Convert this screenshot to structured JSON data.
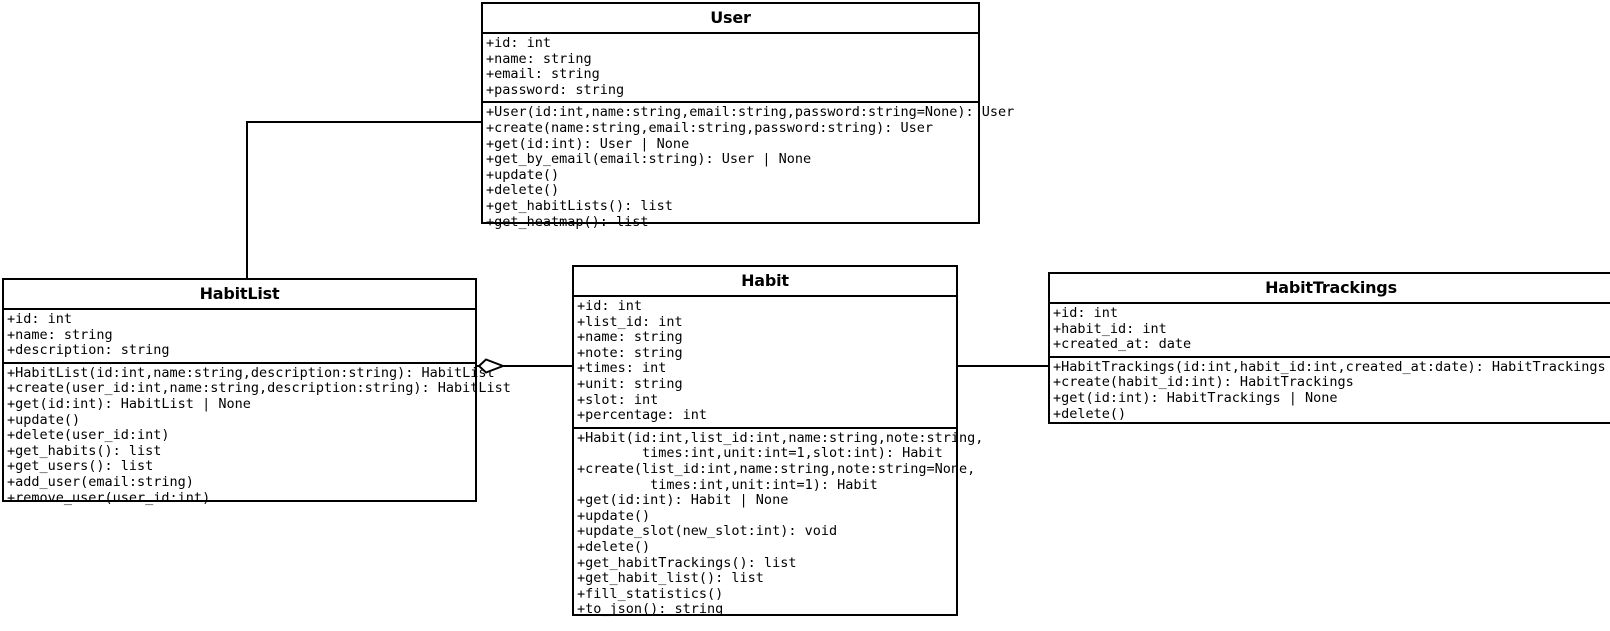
{
  "diagram": {
    "type": "uml-class-diagram",
    "background": "#ffffff",
    "line_color": "#000000",
    "classes": [
      {
        "key": "user",
        "name": "User",
        "attributes": [
          "+id: int",
          "+name: string",
          "+email: string",
          "+password: string"
        ],
        "methods": [
          "+User(id:int,name:string,email:string,password:string=None): User",
          "+create(name:string,email:string,password:string): User",
          "+get(id:int): User | None",
          "+get_by_email(email:string): User | None",
          "+update()",
          "+delete()",
          "+get_habitLists(): list",
          "+get_heatmap(): list"
        ]
      },
      {
        "key": "habitlist",
        "name": "HabitList",
        "attributes": [
          "+id: int",
          "+name: string",
          "+description: string"
        ],
        "methods": [
          "+HabitList(id:int,name:string,description:string): HabitList",
          "+create(user_id:int,name:string,description:string): HabitList",
          "+get(id:int): HabitList | None",
          "+update()",
          "+delete(user_id:int)",
          "+get_habits(): list",
          "+get_users(): list",
          "+add_user(email:string)",
          "+remove_user(user_id:int)"
        ]
      },
      {
        "key": "habit",
        "name": "Habit",
        "attributes": [
          "+id: int",
          "+list_id: int",
          "+name: string",
          "+note: string",
          "+times: int",
          "+unit: string",
          "+slot: int",
          "+percentage: int"
        ],
        "methods": [
          "+Habit(id:int,list_id:int,name:string,note:string,",
          "        times:int,unit:int=1,slot:int): Habit",
          "+create(list_id:int,name:string,note:string=None,",
          "         times:int,unit:int=1): Habit",
          "+get(id:int): Habit | None",
          "+update()",
          "+update_slot(new_slot:int): void",
          "+delete()",
          "+get_habitTrackings(): list",
          "+get_habit_list(): list",
          "+fill_statistics()",
          "+to_json(): string"
        ]
      },
      {
        "key": "habittrackings",
        "name": "HabitTrackings",
        "attributes": [
          "+id: int",
          "+habit_id: int",
          "+created_at: date"
        ],
        "methods": [
          "+HabitTrackings(id:int,habit_id:int,created_at:date): HabitTrackings",
          "+create(habit_id:int): HabitTrackings",
          "+get(id:int): HabitTrackings | None",
          "+delete()"
        ]
      }
    ],
    "relationships": [
      {
        "key": "user-habitlist",
        "from": "User",
        "to": "HabitList",
        "style": "association",
        "decoration": "none"
      },
      {
        "key": "habitlist-habit",
        "from": "HabitList",
        "to": "Habit",
        "style": "aggregation",
        "decoration": "open-diamond"
      },
      {
        "key": "habit-habittrackings",
        "from": "Habit",
        "to": "HabitTrackings",
        "style": "association",
        "decoration": "none"
      }
    ]
  }
}
